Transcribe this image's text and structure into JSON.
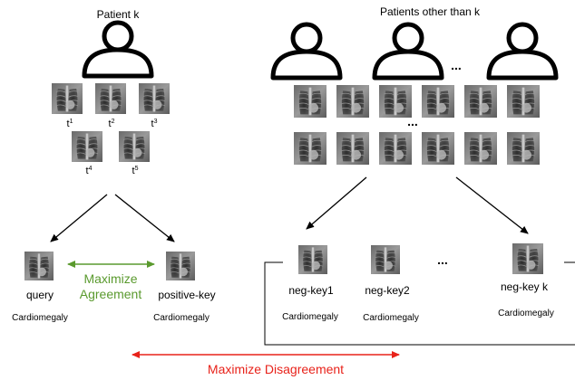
{
  "left_panel": {
    "title": "Patient k",
    "time_labels": [
      {
        "base": "t",
        "sup": "1"
      },
      {
        "base": "t",
        "sup": "2"
      },
      {
        "base": "t",
        "sup": "3"
      },
      {
        "base": "t",
        "sup": "4"
      },
      {
        "base": "t",
        "sup": "5"
      }
    ]
  },
  "right_panel": {
    "title": "Patients other than  k",
    "person_ellipsis": "...",
    "row_ellipsis": "...",
    "key_ellipsis": "..."
  },
  "bottom": {
    "query_label": "query",
    "positive_label": "positive-key",
    "agreement_line1": "Maximize",
    "agreement_line2": "Agreement",
    "query_class": "Cardiomegaly",
    "positive_class": "Cardiomegaly",
    "neg_keys": [
      {
        "label": "neg-key1",
        "class": "Cardiomegaly"
      },
      {
        "label": "neg-key2",
        "class": "Cardiomegaly"
      },
      {
        "label": "neg-key k",
        "class": "Cardiomegaly"
      }
    ],
    "disagreement": "Maximize Disagreement"
  },
  "colors": {
    "agreement": "#5a9a2e",
    "disagreement": "#e8221a",
    "stroke": "#000000"
  }
}
